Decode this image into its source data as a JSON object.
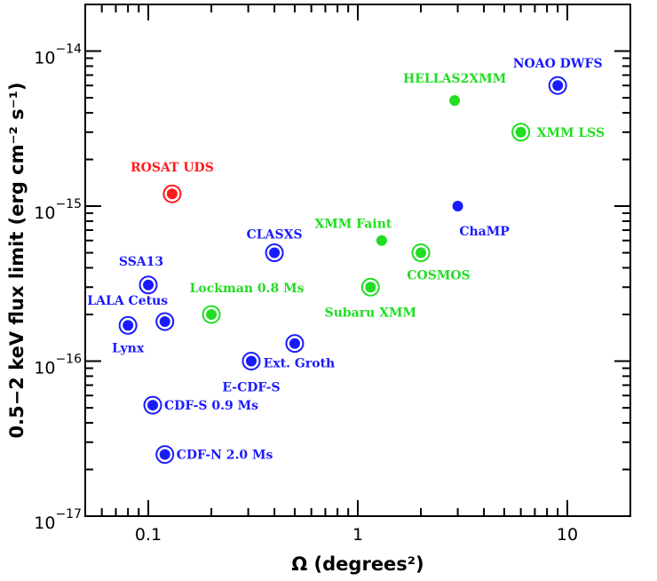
{
  "chart_data": {
    "type": "scatter",
    "xlabel": "Ω (degrees²)",
    "ylabel": "0.5−2 keV flux limit (erg cm⁻² s⁻¹)",
    "xscale": "log",
    "yscale": "log",
    "xlim": [
      0.05,
      20
    ],
    "ylim": [
      1e-17,
      2e-14
    ],
    "x_ticks": [
      {
        "value": 0.1,
        "label": "0.1"
      },
      {
        "value": 1,
        "label": "1"
      },
      {
        "value": 10,
        "label": "10"
      }
    ],
    "y_ticks": [
      {
        "value": 1e-17,
        "base": "10",
        "exp": "−17"
      },
      {
        "value": 1e-16,
        "base": "10",
        "exp": "−16"
      },
      {
        "value": 1e-15,
        "base": "10",
        "exp": "−15"
      },
      {
        "value": 1e-14,
        "base": "10",
        "exp": "−14"
      }
    ],
    "colors": {
      "blue": "#1a1aff",
      "green": "#22dd22",
      "red": "#ff1a1a"
    },
    "points": [
      {
        "name": "NOAO DWFS",
        "x": 9.0,
        "y": 6e-15,
        "color": "blue",
        "ring": true
      },
      {
        "name": "HELLAS2XMM",
        "x": 2.9,
        "y": 4.8e-15,
        "color": "green",
        "ring": false
      },
      {
        "name": "XMM LSS",
        "x": 6.0,
        "y": 3e-15,
        "color": "green",
        "ring": true
      },
      {
        "name": "ROSAT UDS",
        "x": 0.13,
        "y": 1.2e-15,
        "color": "red",
        "ring": true
      },
      {
        "name": "ChaMP",
        "x": 3.0,
        "y": 1e-15,
        "color": "blue",
        "ring": false
      },
      {
        "name": "XMM Faint",
        "x": 1.3,
        "y": 6e-16,
        "color": "green",
        "ring": false
      },
      {
        "name": "CLASXS",
        "x": 0.4,
        "y": 5e-16,
        "color": "blue",
        "ring": true
      },
      {
        "name": "COSMOS",
        "x": 2.0,
        "y": 5e-16,
        "color": "green",
        "ring": true
      },
      {
        "name": "SSA13",
        "x": 0.1,
        "y": 3.1e-16,
        "color": "blue",
        "ring": true
      },
      {
        "name": "Lockman 0.8 Ms",
        "x": 0.2,
        "y": 2e-16,
        "color": "green",
        "ring": true
      },
      {
        "name": "Subaru XMM",
        "x": 1.15,
        "y": 3e-16,
        "color": "green",
        "ring": true
      },
      {
        "name": "LALA Cetus",
        "x": 0.12,
        "y": 1.8e-16,
        "color": "blue",
        "ring": true
      },
      {
        "name": "Lynx",
        "x": 0.08,
        "y": 1.7e-16,
        "color": "blue",
        "ring": true
      },
      {
        "name": "Ext. Groth",
        "x": 0.5,
        "y": 1.3e-16,
        "color": "blue",
        "ring": true
      },
      {
        "name": "E-CDF-S",
        "x": 0.31,
        "y": 1e-16,
        "color": "blue",
        "ring": true
      },
      {
        "name": "CDF-S 0.9 Ms",
        "x": 0.105,
        "y": 5.2e-17,
        "color": "blue",
        "ring": true
      },
      {
        "name": "CDF-N 2.0 Ms",
        "x": 0.12,
        "y": 2.5e-17,
        "color": "blue",
        "ring": true
      }
    ]
  }
}
